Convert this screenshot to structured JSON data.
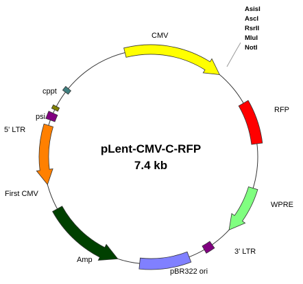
{
  "plasmid": {
    "name": "pLent-CMV-C-RFP",
    "size": "7.4 kb"
  },
  "features": [
    {
      "id": "cmv",
      "label": "CMV",
      "type": "arrow",
      "color": "#ffff00"
    },
    {
      "id": "rfp",
      "label": "RFP",
      "type": "box",
      "color": "#ff0000"
    },
    {
      "id": "wpre",
      "label": "WPRE",
      "type": "arrow",
      "color": "#80ff80"
    },
    {
      "id": "ltr3",
      "label": "3' LTR",
      "type": "box",
      "color": "#800080"
    },
    {
      "id": "pbr322",
      "label": "pBR322 ori",
      "type": "box",
      "color": "#8080ff"
    },
    {
      "id": "amp",
      "label": "Amp",
      "type": "arrow",
      "color": "#004000"
    },
    {
      "id": "firstcmv",
      "label": "First CMV",
      "type": "arrow",
      "color": "#ff8000"
    },
    {
      "id": "ltr5",
      "label": "5' LTR",
      "type": "box",
      "color": "#800080"
    },
    {
      "id": "psi",
      "label": "psi",
      "type": "box",
      "color": "#808000"
    },
    {
      "id": "cppt",
      "label": "cppt",
      "type": "box",
      "color": "#408080"
    }
  ],
  "restriction_sites": [
    "AsisI",
    "AscI",
    "RsrII",
    "MluI",
    "NotI"
  ]
}
